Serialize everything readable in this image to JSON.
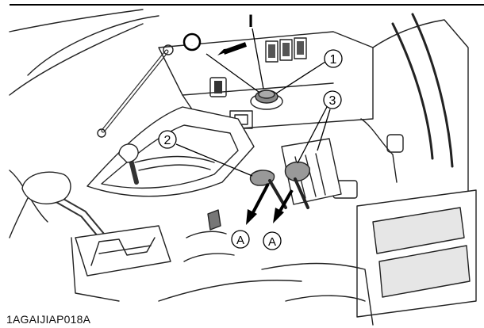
{
  "figure": {
    "labels": {
      "off": "O",
      "on": "I",
      "n1": "1",
      "n2": "2",
      "n3": "3",
      "a": "A"
    },
    "code": "1AGAIJIAP018A"
  }
}
